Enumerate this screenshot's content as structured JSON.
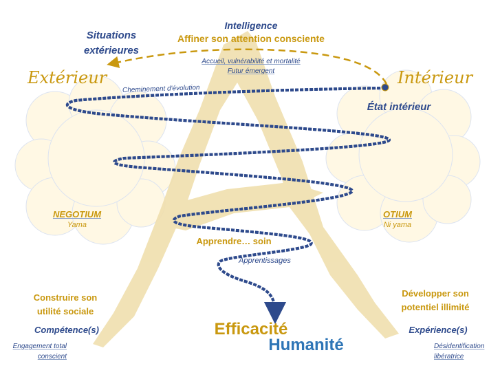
{
  "top": {
    "intelligence": "Intelligence",
    "affiner": "Affiner son attention consciente",
    "situations_line1": "Situations",
    "situations_line2": "extérieures",
    "accueil": "Accueil, vulnérabilité et mortalité",
    "futur": "Futur émergent"
  },
  "left": {
    "title": "Extérieur",
    "cheminement": "Cheminement d'évolution",
    "negotium": "NEGOTIUM",
    "yama": "Yama",
    "construire_line1": "Construire son",
    "construire_line2": "utilité sociale",
    "competence": "Compétence(s)",
    "engagement_line1": "Engagement total",
    "engagement_line2": "conscient"
  },
  "right": {
    "title": "Intérieur",
    "etat": "État intérieur",
    "otium": "OTIUM",
    "ni_yama": "Ni yama",
    "developper_line1": "Développer son",
    "developper_line2": "potentiel illimité",
    "experience": "Expérience(s)",
    "desidentification_line1": "Désidentification",
    "desidentification_line2": "libératrice"
  },
  "center": {
    "apprendre": "Apprendre… soin",
    "apprentissages": "Apprentissages",
    "efficacite": "Efficacité",
    "humanite": "Humanité"
  },
  "colors": {
    "gold": "#C9980F",
    "blue": "#2E4A8C",
    "humanite": "#2E75B6",
    "cloud": "#FFF8E4",
    "a_shape": "#F0DFAE"
  }
}
